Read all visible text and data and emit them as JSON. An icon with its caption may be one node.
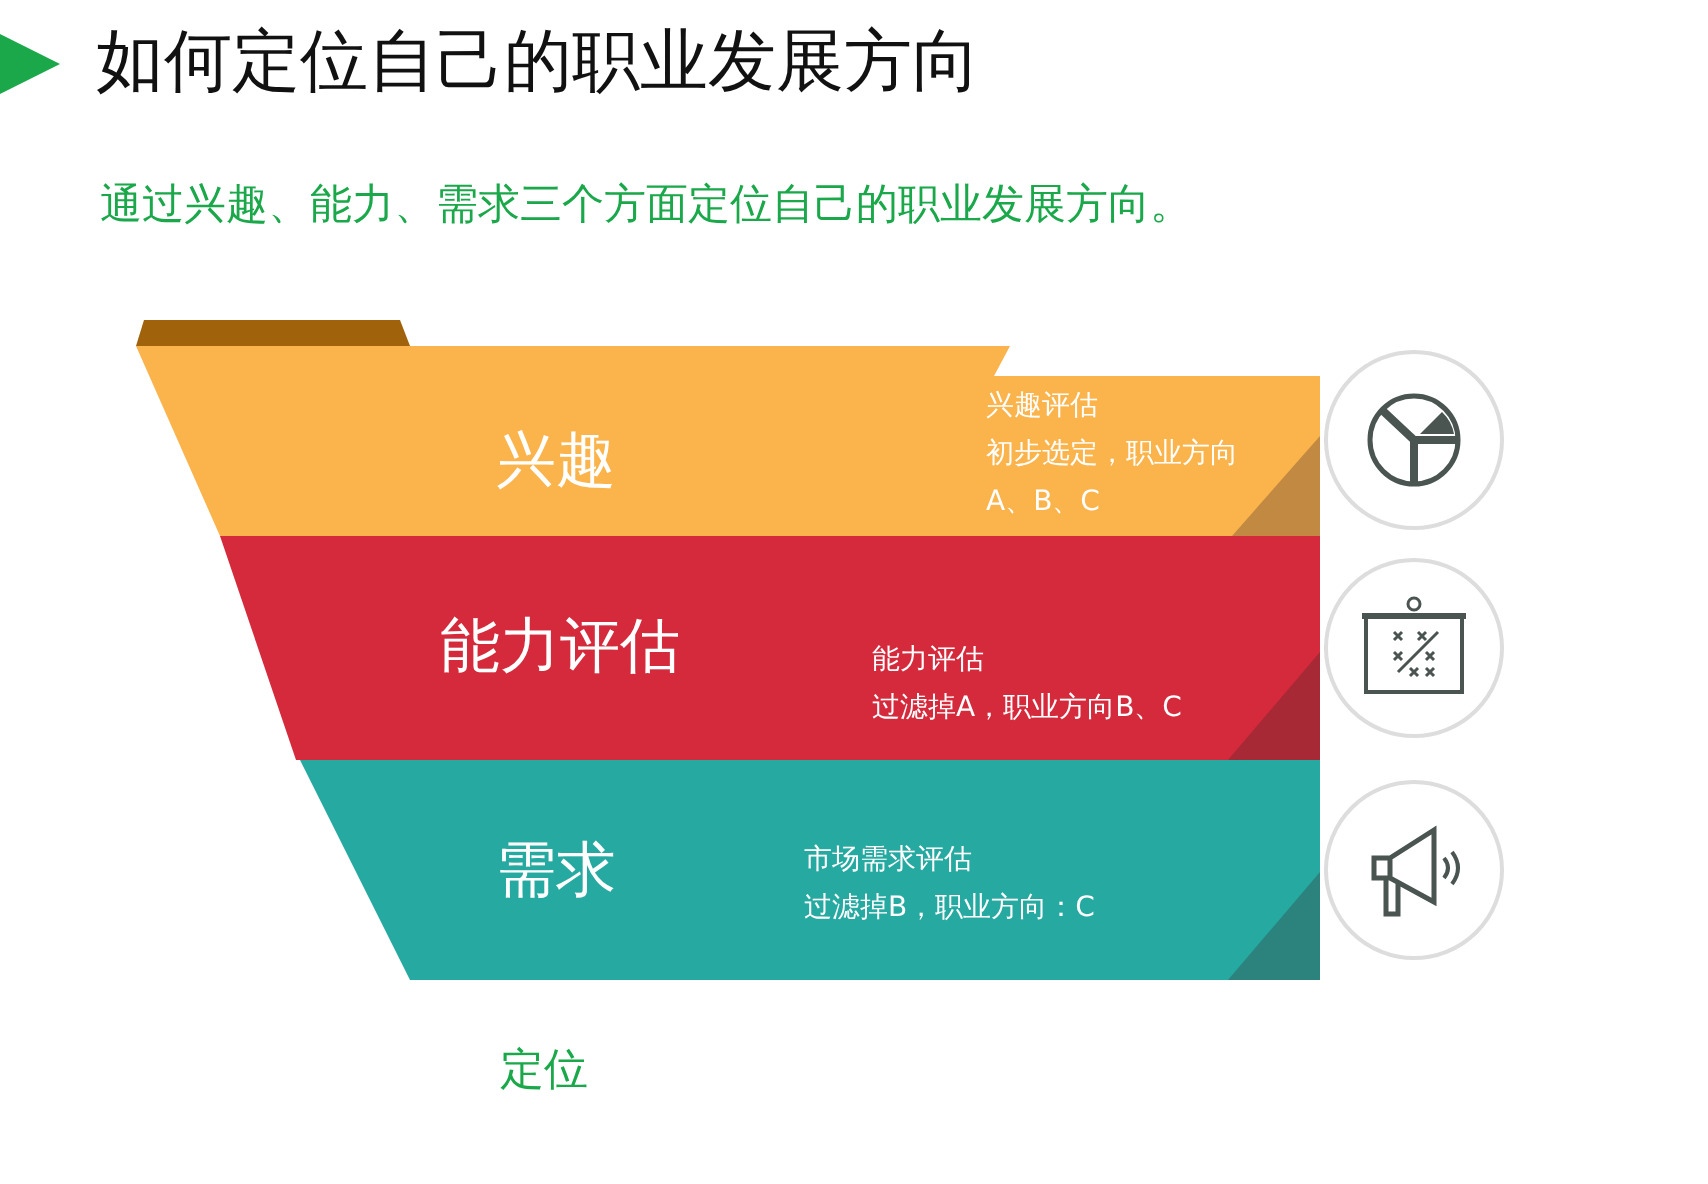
{
  "diagram": {
    "title": "如何定位自己的职业发展方向",
    "nodes": [
      {
        "text": [
          "兴趣",
          "兴趣评估",
          "初步选定，职业方向A、B、C"
        ]
      },
      {
        "text": [
          "能力评估",
          "能力评估",
          "过滤掉A，职业方向B、C"
        ]
      },
      {
        "text": [
          "需求",
          "市场需求评估",
          "过滤掉B，职业方向：C"
        ]
      }
    ],
    "labels": [
      "通过兴趣、能力、需求三个方面定位自己的职业发展方向。",
      "定位"
    ]
  }
}
